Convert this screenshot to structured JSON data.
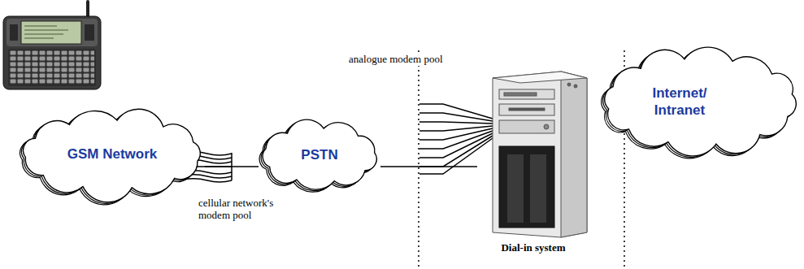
{
  "diagram": {
    "nodes": [
      {
        "text": [
          "GSM Network"
        ]
      },
      {
        "text": [
          "PSTN"
        ]
      },
      {
        "text": [
          "Dial-in system"
        ]
      },
      {
        "text": [
          "Internet/ Intranet"
        ]
      }
    ],
    "edges": [
      {
        "from": 0,
        "to": 1,
        "arrow": "none"
      },
      {
        "from": 1,
        "to": 2,
        "arrow": "none"
      }
    ],
    "labels": [
      "analogue modem pool",
      "cellular network's modem pool"
    ]
  }
}
